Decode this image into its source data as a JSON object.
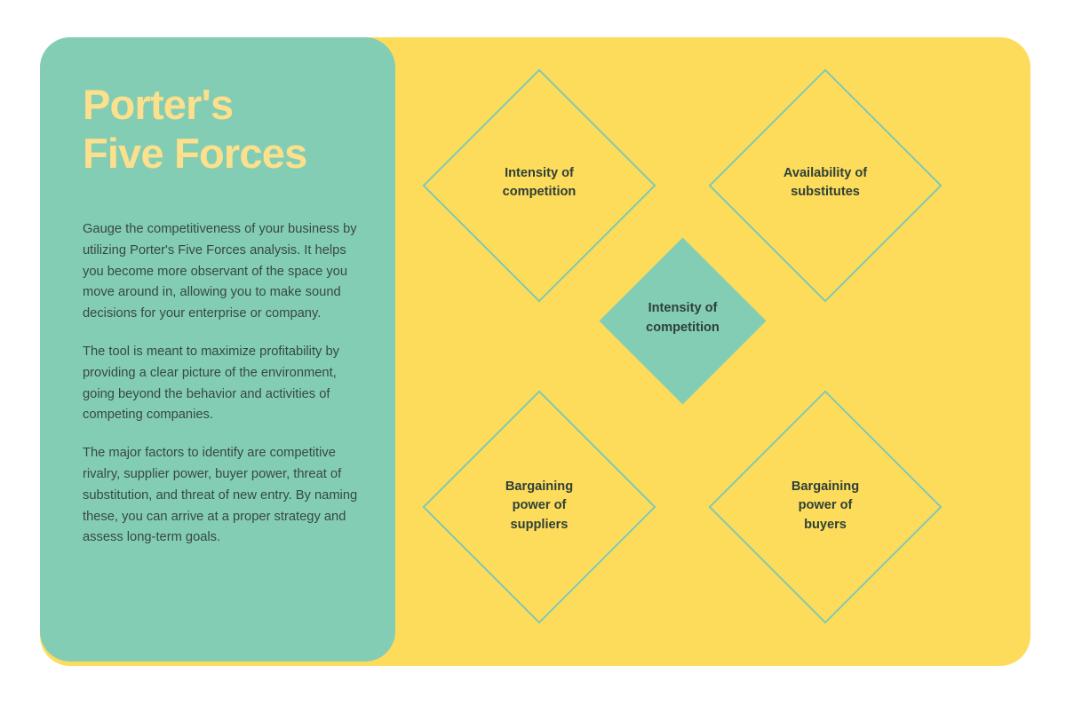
{
  "theme": {
    "teal": "#84CDB5",
    "yellow": "#FDDC5C",
    "title_yellow": "#FCE08C",
    "outline_teal": "#7FC9B1",
    "text_dark": "#36493F",
    "page_background": "#FFFFFF"
  },
  "panel": {
    "title": "Porter's\nFive Forces",
    "paragraphs": [
      "Gauge the competitiveness of your business by utilizing Porter's Five Forces analysis. It helps you become more observant of the space you move around in, allowing you to make sound decisions for your enterprise or company.",
      "The tool is meant to maximize profitability by providing a clear picture of the environment, going beyond the behavior and activities of competing companies.",
      "The major factors to identify are competitive rivalry, supplier power, buyer power, threat of substitution, and threat of new entry. By naming these, you can arrive at a proper strategy and assess long-term goals."
    ]
  },
  "diagram": {
    "nodes": [
      {
        "id": "top-left",
        "label": "Intensity of\ncompetition",
        "style": "outlined",
        "position": "top-left"
      },
      {
        "id": "top-right",
        "label": "Availability of\nsubstitutes",
        "style": "outlined",
        "position": "top-right"
      },
      {
        "id": "center",
        "label": "Intensity of\ncompetition",
        "style": "filled",
        "position": "center"
      },
      {
        "id": "bottom-left",
        "label": "Bargaining\npower of\nsuppliers",
        "style": "outlined",
        "position": "bottom-left"
      },
      {
        "id": "bottom-right",
        "label": "Bargaining\npower of\nbuyers",
        "style": "outlined",
        "position": "bottom-right"
      }
    ]
  }
}
